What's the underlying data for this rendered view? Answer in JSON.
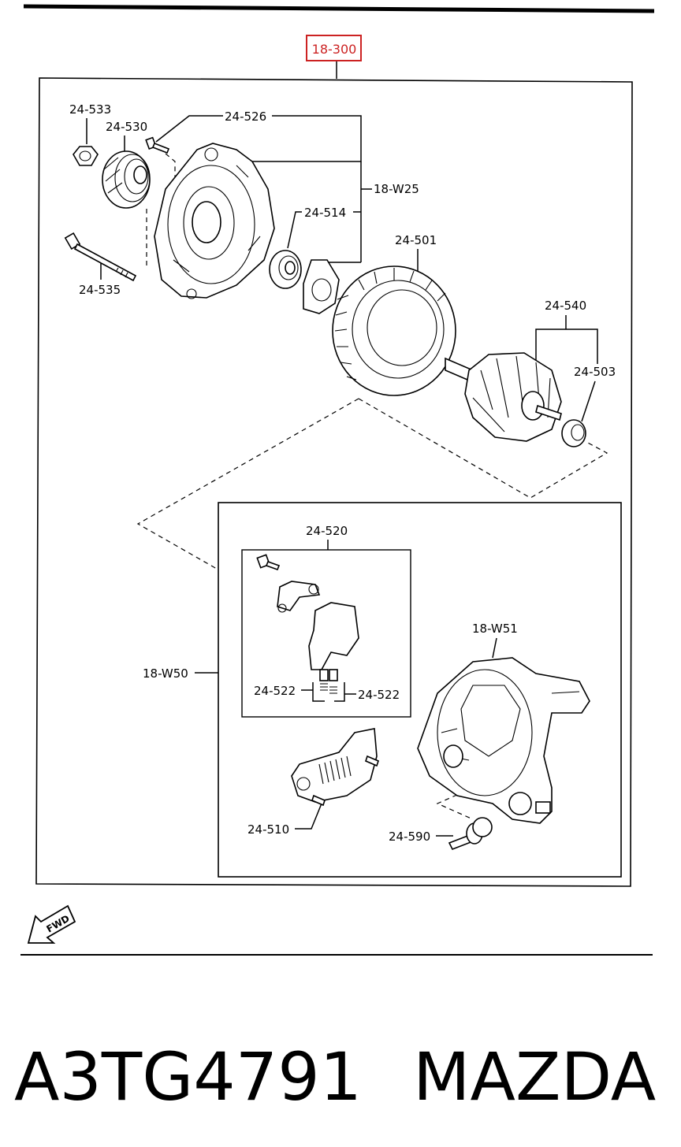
{
  "assembly_ref": "18-300",
  "labels": {
    "l_24_533": "24-533",
    "l_24_530": "24-530",
    "l_24_526": "24-526",
    "l_18_W25": "18-W25",
    "l_24_514": "24-514",
    "l_24_501": "24-501",
    "l_24_535": "24-535",
    "l_24_540": "24-540",
    "l_24_503": "24-503",
    "l_24_520": "24-520",
    "l_18_W51": "18-W51",
    "l_18_W50": "18-W50",
    "l_24_522_left": "24-522",
    "l_24_522_right": "24-522",
    "l_24_510": "24-510",
    "l_24_590": "24-590"
  },
  "fwd": "FWD",
  "part_number": "A3TG4791",
  "brand": "MAZDA",
  "colors": {
    "highlight": "#cc2222",
    "line": "#000000"
  }
}
